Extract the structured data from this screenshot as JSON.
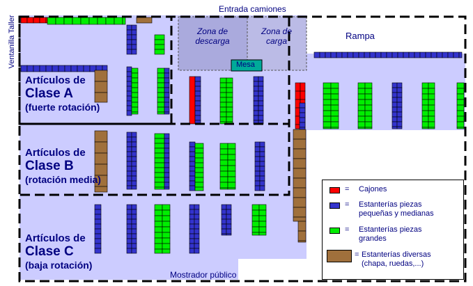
{
  "labels": {
    "entrada": "Entrada camiones",
    "ventanilla": "Ventanilla Taller",
    "rampa": "Rampa",
    "zona_descarga_1": "Zona de",
    "zona_descarga_2": "descarga",
    "zona_carga_1": "Zona de",
    "zona_carga_2": "carga",
    "mesa": "Mesa",
    "mostrador": "Mostrador público"
  },
  "classes": [
    {
      "line1": "Artículos de",
      "line2": "Clase A",
      "line3": "(fuerte rotación)"
    },
    {
      "line1": "Artículos de",
      "line2": "Clase B",
      "line3": "(rotación media)"
    },
    {
      "line1": "Artículos de",
      "line2": "Clase C",
      "line3": "(baja rotación)"
    }
  ],
  "legend": {
    "items": [
      {
        "sign": "=",
        "line1": "Cajones",
        "line2": "",
        "color": "#ff0000"
      },
      {
        "sign": "=",
        "line1": "Estanterías piezas",
        "line2": "pequeñas y medianas",
        "color": "#3333cc"
      },
      {
        "sign": "=",
        "line1": "Estanterías piezas",
        "line2": "grandes",
        "color": "#00ee00"
      },
      {
        "sign": "=",
        "line1": "Estanterías diversas",
        "line2": "(chapa, ruedas,...)",
        "color": "#a0703c"
      }
    ]
  },
  "colors": {
    "floor": "#ccccff",
    "cajones": "#ff0000",
    "pequenas": "#3333cc",
    "grandes": "#00ee00",
    "diversas": "#a0703c",
    "mesa": "#00aa99",
    "zona": "#aaaadd",
    "outline": "#000000"
  }
}
